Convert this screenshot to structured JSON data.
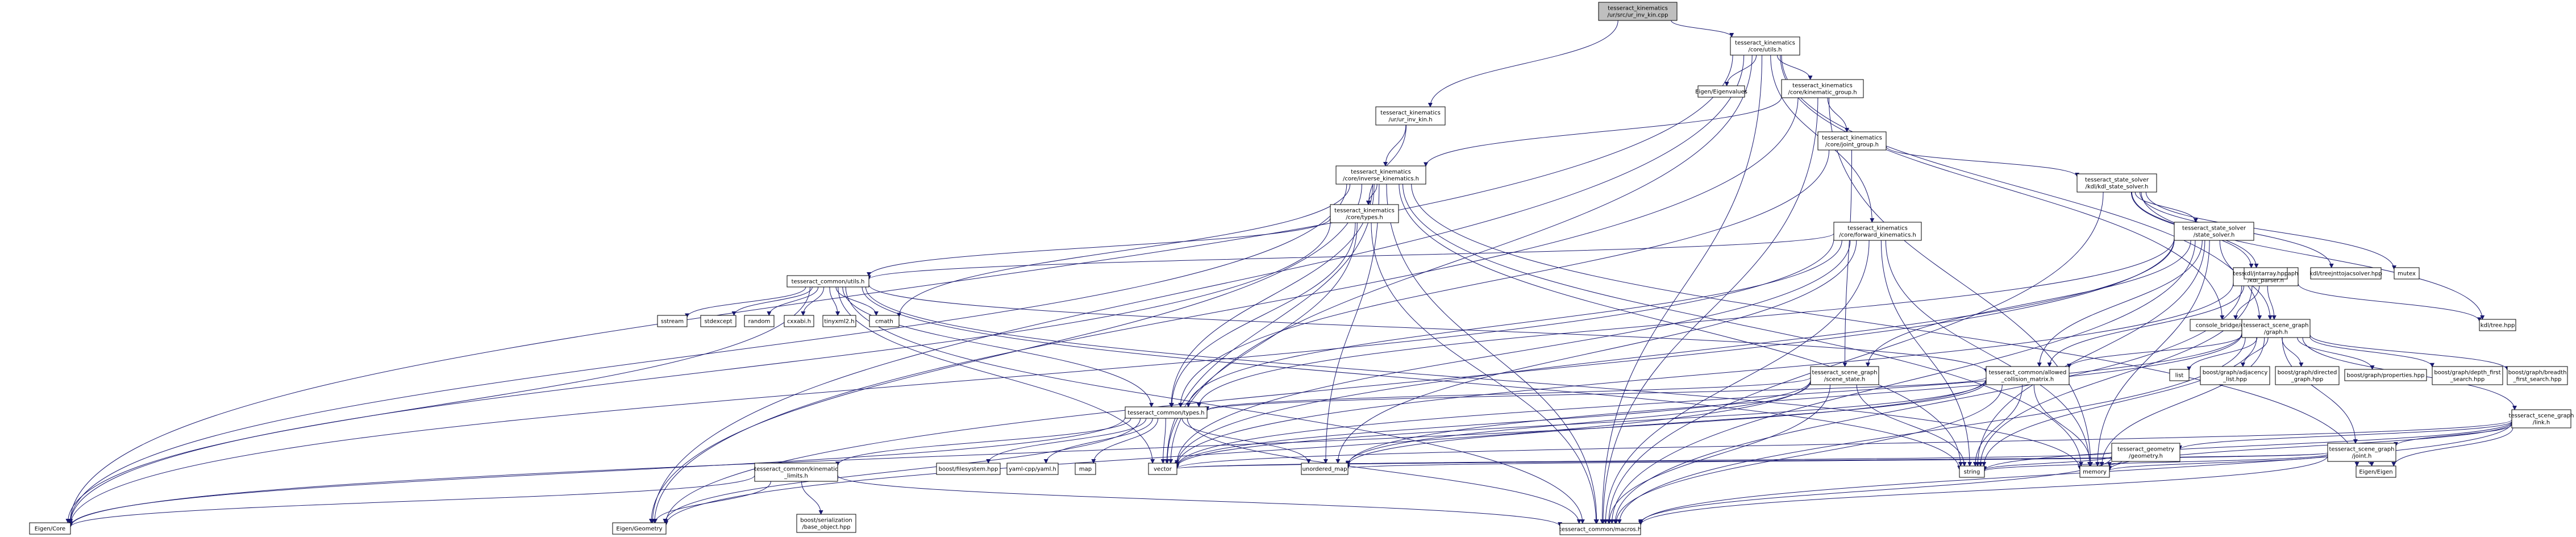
{
  "colors": {
    "edge": "#191970",
    "node_fill": "#ffffff",
    "root_fill": "#bfbfbf",
    "node_border": "#000000",
    "red_border": "#ff0000",
    "gray_border": "#bfbfbf"
  },
  "nodes": [
    {
      "id": "root",
      "lines": [
        "tesseract_kinematics",
        "/ur/src/ur_inv_kin.cpp"
      ],
      "style": "root"
    },
    {
      "id": "core_utils",
      "lines": [
        "tesseract_kinematics",
        "/core/utils.h"
      ],
      "style": "normal"
    },
    {
      "id": "ur_inv_kin",
      "lines": [
        "tesseract_kinematics",
        "/ur/ur_inv_kin.h"
      ],
      "style": "normal"
    },
    {
      "id": "eigenvalues",
      "lines": [
        "Eigen/Eigenvalues"
      ],
      "style": "gray"
    },
    {
      "id": "kinematic_group",
      "lines": [
        "tesseract_kinematics",
        "/core/kinematic_group.h"
      ],
      "style": "normal"
    },
    {
      "id": "joint_group",
      "lines": [
        "tesseract_kinematics",
        "/core/joint_group.h"
      ],
      "style": "normal"
    },
    {
      "id": "inverse_kinematics",
      "lines": [
        "tesseract_kinematics",
        "/core/inverse_kinematics.h"
      ],
      "style": "normal"
    },
    {
      "id": "kdl_state_solver",
      "lines": [
        "tesseract_state_solver",
        "/kdl/kdl_state_solver.h"
      ],
      "style": "normal"
    },
    {
      "id": "forward_kinematics",
      "lines": [
        "tesseract_kinematics",
        "/core/forward_kinematics.h"
      ],
      "style": "normal"
    },
    {
      "id": "state_solver",
      "lines": [
        "tesseract_state_solver",
        "/state_solver.h"
      ],
      "style": "normal"
    },
    {
      "id": "kin_types",
      "lines": [
        "tesseract_kinematics",
        "/core/types.h"
      ],
      "style": "normal"
    },
    {
      "id": "kdl_parser",
      "lines": [
        "tesseract_scene_graph",
        "/kdl_parser.h"
      ],
      "style": "red"
    },
    {
      "id": "kdl_jntarray",
      "lines": [
        "kdl/jntarray.hpp"
      ],
      "style": "gray"
    },
    {
      "id": "kdl_treejnt",
      "lines": [
        "kdl/treejnttojacsolver.hpp"
      ],
      "style": "gray"
    },
    {
      "id": "mutex",
      "lines": [
        "mutex"
      ],
      "style": "gray"
    },
    {
      "id": "kdl_tree",
      "lines": [
        "kdl/tree.hpp"
      ],
      "style": "gray"
    },
    {
      "id": "console",
      "lines": [
        "console_bridge/console.h"
      ],
      "style": "gray"
    },
    {
      "id": "common_utils",
      "lines": [
        "tesseract_common/utils.h"
      ],
      "style": "normal"
    },
    {
      "id": "graph",
      "lines": [
        "tesseract_scene_graph",
        "/graph.h"
      ],
      "style": "normal"
    },
    {
      "id": "sstream",
      "lines": [
        "sstream"
      ],
      "style": "gray"
    },
    {
      "id": "stdexcept",
      "lines": [
        "stdexcept"
      ],
      "style": "gray"
    },
    {
      "id": "random",
      "lines": [
        "random"
      ],
      "style": "gray"
    },
    {
      "id": "cxxabi",
      "lines": [
        "cxxabi.h"
      ],
      "style": "gray"
    },
    {
      "id": "tinyxml2",
      "lines": [
        "tinyxml2.h"
      ],
      "style": "gray"
    },
    {
      "id": "cmath",
      "lines": [
        "cmath"
      ],
      "style": "gray"
    },
    {
      "id": "scene_state",
      "lines": [
        "tesseract_scene_graph",
        "/scene_state.h"
      ],
      "style": "normal"
    },
    {
      "id": "acm",
      "lines": [
        "tesseract_common/allowed",
        "_collision_matrix.h"
      ],
      "style": "normal"
    },
    {
      "id": "list",
      "lines": [
        "list"
      ],
      "style": "gray"
    },
    {
      "id": "adj_list",
      "lines": [
        "boost/graph/adjacency",
        "_list.hpp"
      ],
      "style": "gray"
    },
    {
      "id": "directed_graph",
      "lines": [
        "boost/graph/directed",
        "_graph.hpp"
      ],
      "style": "gray"
    },
    {
      "id": "properties",
      "lines": [
        "boost/graph/properties.hpp"
      ],
      "style": "gray"
    },
    {
      "id": "dfs",
      "lines": [
        "boost/graph/depth_first",
        "_search.hpp"
      ],
      "style": "gray"
    },
    {
      "id": "bfs",
      "lines": [
        "boost/graph/breadth",
        "_first_search.hpp"
      ],
      "style": "gray"
    },
    {
      "id": "link",
      "lines": [
        "tesseract_scene_graph",
        "/link.h"
      ],
      "style": "normal"
    },
    {
      "id": "common_types",
      "lines": [
        "tesseract_common/types.h"
      ],
      "style": "normal"
    },
    {
      "id": "geometry",
      "lines": [
        "tesseract_geometry",
        "/geometry.h"
      ],
      "style": "normal"
    },
    {
      "id": "joint",
      "lines": [
        "tesseract_scene_graph",
        "/joint.h"
      ],
      "style": "normal"
    },
    {
      "id": "kin_limits",
      "lines": [
        "tesseract_common/kinematic",
        "_limits.h"
      ],
      "style": "normal"
    },
    {
      "id": "boost_fs",
      "lines": [
        "boost/filesystem.hpp"
      ],
      "style": "gray"
    },
    {
      "id": "yaml",
      "lines": [
        "yaml-cpp/yaml.h"
      ],
      "style": "gray"
    },
    {
      "id": "map",
      "lines": [
        "map"
      ],
      "style": "gray"
    },
    {
      "id": "vector",
      "lines": [
        "vector"
      ],
      "style": "gray"
    },
    {
      "id": "unordered_map",
      "lines": [
        "unordered_map"
      ],
      "style": "gray"
    },
    {
      "id": "string",
      "lines": [
        "string"
      ],
      "style": "gray"
    },
    {
      "id": "memory",
      "lines": [
        "memory"
      ],
      "style": "gray"
    },
    {
      "id": "eigen_eigen",
      "lines": [
        "Eigen/Eigen"
      ],
      "style": "gray"
    },
    {
      "id": "eigen_core",
      "lines": [
        "Eigen/Core"
      ],
      "style": "gray"
    },
    {
      "id": "eigen_geometry",
      "lines": [
        "Eigen/Geometry"
      ],
      "style": "gray"
    },
    {
      "id": "boost_serial",
      "lines": [
        "boost/serialization",
        "/base_object.hpp"
      ],
      "style": "gray"
    },
    {
      "id": "macros",
      "lines": [
        "tesseract_common/macros.h"
      ],
      "style": "normal"
    }
  ],
  "edges": [
    [
      "root",
      "core_utils"
    ],
    [
      "root",
      "ur_inv_kin"
    ],
    [
      "core_utils",
      "eigenvalues"
    ],
    [
      "core_utils",
      "kinematic_group"
    ],
    [
      "core_utils",
      "forward_kinematics"
    ],
    [
      "core_utils",
      "graph"
    ],
    [
      "core_utils",
      "console"
    ],
    [
      "core_utils",
      "vector"
    ],
    [
      "core_utils",
      "eigen_core"
    ],
    [
      "core_utils",
      "eigen_geometry"
    ],
    [
      "core_utils",
      "macros"
    ],
    [
      "ur_inv_kin",
      "inverse_kinematics"
    ],
    [
      "ur_inv_kin",
      "kin_types"
    ],
    [
      "kinematic_group",
      "joint_group"
    ],
    [
      "kinematic_group",
      "inverse_kinematics"
    ],
    [
      "kinematic_group",
      "eigen_geometry"
    ],
    [
      "kinematic_group",
      "memory"
    ],
    [
      "kinematic_group",
      "macros"
    ],
    [
      "joint_group",
      "kdl_state_solver"
    ],
    [
      "joint_group",
      "scene_state"
    ],
    [
      "joint_group",
      "common_types"
    ],
    [
      "inverse_kinematics",
      "kin_types"
    ],
    [
      "inverse_kinematics",
      "common_types"
    ],
    [
      "inverse_kinematics",
      "vector"
    ],
    [
      "inverse_kinematics",
      "unordered_map"
    ],
    [
      "inverse_kinematics",
      "string"
    ],
    [
      "inverse_kinematics",
      "memory"
    ],
    [
      "inverse_kinematics",
      "eigen_core"
    ],
    [
      "inverse_kinematics",
      "eigen_geometry"
    ],
    [
      "inverse_kinematics",
      "cmath"
    ],
    [
      "inverse_kinematics",
      "eigen_eigen"
    ],
    [
      "inverse_kinematics",
      "macros"
    ],
    [
      "kdl_state_solver",
      "state_solver"
    ],
    [
      "kdl_state_solver",
      "kdl_parser"
    ],
    [
      "kdl_state_solver",
      "kdl_jntarray"
    ],
    [
      "kdl_state_solver",
      "kdl_treejnt"
    ],
    [
      "kdl_state_solver",
      "mutex"
    ],
    [
      "kdl_state_solver",
      "kdl_tree"
    ],
    [
      "kdl_state_solver",
      "macros"
    ],
    [
      "forward_kinematics",
      "common_types"
    ],
    [
      "forward_kinematics",
      "common_utils"
    ],
    [
      "forward_kinematics",
      "vector"
    ],
    [
      "forward_kinematics",
      "unordered_map"
    ],
    [
      "forward_kinematics",
      "string"
    ],
    [
      "forward_kinematics",
      "memory"
    ],
    [
      "forward_kinematics",
      "eigen_core"
    ],
    [
      "forward_kinematics",
      "macros"
    ],
    [
      "state_solver",
      "scene_state"
    ],
    [
      "state_solver",
      "graph"
    ],
    [
      "state_solver",
      "acm"
    ],
    [
      "state_solver",
      "common_types"
    ],
    [
      "state_solver",
      "vector"
    ],
    [
      "state_solver",
      "memory"
    ],
    [
      "state_solver",
      "string"
    ],
    [
      "state_solver",
      "eigen_geometry"
    ],
    [
      "state_solver",
      "macros"
    ],
    [
      "kin_types",
      "common_utils"
    ],
    [
      "kin_types",
      "common_types"
    ],
    [
      "kin_types",
      "vector"
    ],
    [
      "kin_types",
      "eigen_core"
    ],
    [
      "kin_types",
      "macros"
    ],
    [
      "kdl_parser",
      "graph"
    ],
    [
      "kdl_parser",
      "console"
    ],
    [
      "kdl_parser",
      "kdl_tree"
    ],
    [
      "kdl_parser",
      "string"
    ],
    [
      "kdl_parser",
      "vector"
    ],
    [
      "kdl_parser",
      "acm"
    ],
    [
      "kdl_parser",
      "macros"
    ],
    [
      "common_utils",
      "sstream"
    ],
    [
      "common_utils",
      "stdexcept"
    ],
    [
      "common_utils",
      "random"
    ],
    [
      "common_utils",
      "cxxabi"
    ],
    [
      "common_utils",
      "tinyxml2"
    ],
    [
      "common_utils",
      "cmath"
    ],
    [
      "common_utils",
      "acm"
    ],
    [
      "common_utils",
      "common_types"
    ],
    [
      "common_utils",
      "eigen_core"
    ],
    [
      "common_utils",
      "vector"
    ],
    [
      "common_utils",
      "string"
    ],
    [
      "common_utils",
      "memory"
    ],
    [
      "common_utils",
      "macros"
    ],
    [
      "graph",
      "list"
    ],
    [
      "graph",
      "adj_list"
    ],
    [
      "graph",
      "directed_graph"
    ],
    [
      "graph",
      "properties"
    ],
    [
      "graph",
      "dfs"
    ],
    [
      "graph",
      "bfs"
    ],
    [
      "graph",
      "link"
    ],
    [
      "graph",
      "joint"
    ],
    [
      "graph",
      "acm"
    ],
    [
      "graph",
      "string"
    ],
    [
      "graph",
      "memory"
    ],
    [
      "graph",
      "vector"
    ],
    [
      "graph",
      "unordered_map"
    ],
    [
      "graph",
      "macros"
    ],
    [
      "scene_state",
      "common_types"
    ],
    [
      "scene_state",
      "vector"
    ],
    [
      "scene_state",
      "unordered_map"
    ],
    [
      "scene_state",
      "string"
    ],
    [
      "scene_state",
      "eigen_geometry"
    ],
    [
      "scene_state",
      "macros"
    ],
    [
      "acm",
      "common_types"
    ],
    [
      "acm",
      "unordered_map"
    ],
    [
      "acm",
      "vector"
    ],
    [
      "acm",
      "string"
    ],
    [
      "acm",
      "memory"
    ],
    [
      "acm",
      "eigen_core"
    ],
    [
      "acm",
      "macros"
    ],
    [
      "link",
      "geometry"
    ],
    [
      "link",
      "joint"
    ],
    [
      "link",
      "vector"
    ],
    [
      "link",
      "string"
    ],
    [
      "link",
      "memory"
    ],
    [
      "link",
      "eigen_eigen"
    ],
    [
      "link",
      "macros"
    ],
    [
      "common_types",
      "kin_limits"
    ],
    [
      "common_types",
      "boost_fs"
    ],
    [
      "common_types",
      "yaml"
    ],
    [
      "common_types",
      "map"
    ],
    [
      "common_types",
      "vector"
    ],
    [
      "common_types",
      "unordered_map"
    ],
    [
      "common_types",
      "eigen_core"
    ],
    [
      "common_types",
      "eigen_geometry"
    ],
    [
      "common_types",
      "macros"
    ],
    [
      "geometry",
      "memory"
    ],
    [
      "geometry",
      "string"
    ],
    [
      "geometry",
      "vector"
    ],
    [
      "geometry",
      "macros"
    ],
    [
      "joint",
      "string"
    ],
    [
      "joint",
      "memory"
    ],
    [
      "joint",
      "vector"
    ],
    [
      "joint",
      "eigen_eigen"
    ],
    [
      "joint",
      "unordered_map"
    ],
    [
      "joint",
      "macros"
    ],
    [
      "kin_limits",
      "eigen_core"
    ],
    [
      "kin_limits",
      "boost_serial"
    ],
    [
      "kin_limits",
      "eigen_geometry"
    ],
    [
      "kin_limits",
      "macros"
    ]
  ]
}
